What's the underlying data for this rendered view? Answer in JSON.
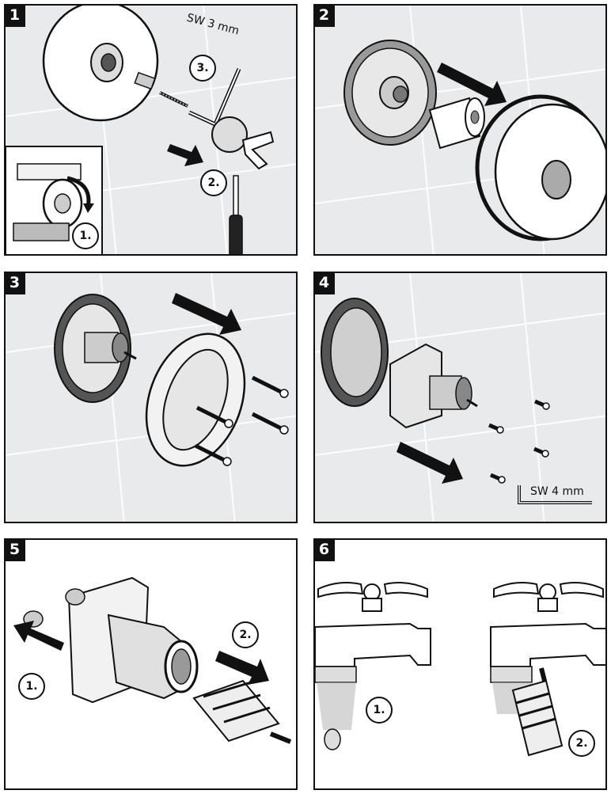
{
  "panels": [
    {
      "number": "1",
      "steps": [
        "1.",
        "2.",
        "3."
      ],
      "tool_label": "SW 3 mm"
    },
    {
      "number": "2"
    },
    {
      "number": "3"
    },
    {
      "number": "4",
      "tool_label": "SW 4 mm"
    },
    {
      "number": "5",
      "steps": [
        "1.",
        "2."
      ]
    },
    {
      "number": "6",
      "steps": [
        "1.",
        "2."
      ]
    }
  ]
}
